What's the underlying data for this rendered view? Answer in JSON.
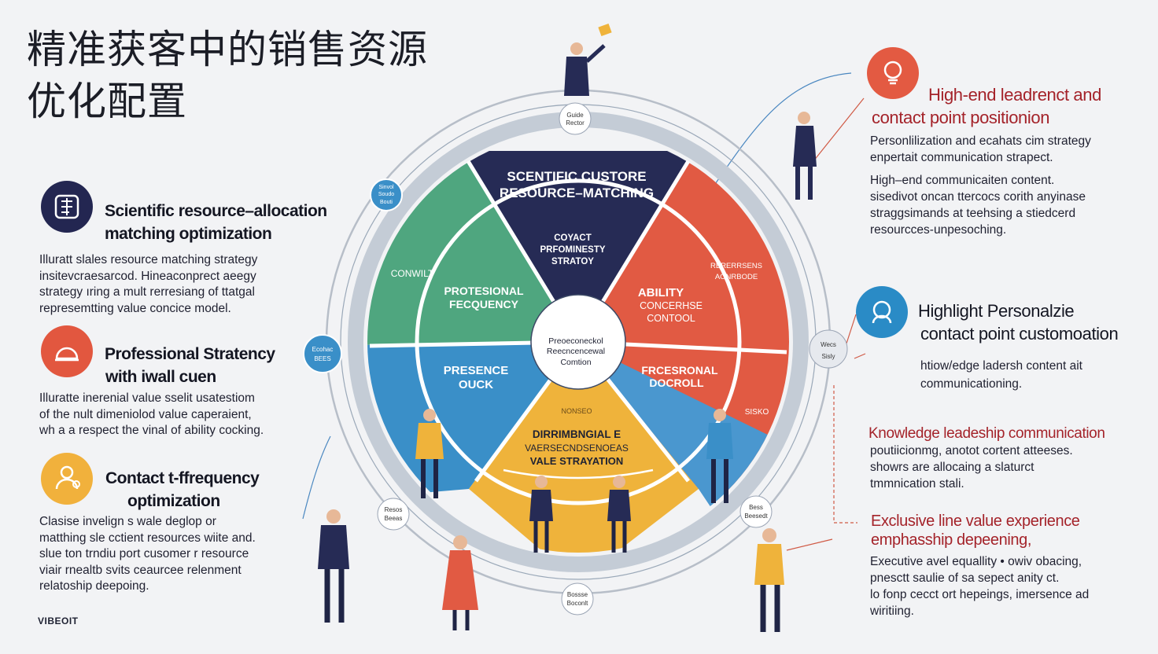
{
  "title": {
    "line1": "精准获客中的销售资源",
    "line2": "优化配置"
  },
  "colors": {
    "navy": "#262b55",
    "green": "#4fa67f",
    "red": "#e15a43",
    "blue": "#3a8fc8",
    "yellow": "#efb33b",
    "darkred": "#a9262a"
  },
  "left": [
    {
      "icon": "brain-icon",
      "heading1": "Scientific resource–allocation",
      "heading2": "matching optimization",
      "body": [
        "Illuratt slales resource matching strategy",
        "insitevcraesarcod. Hineaconprect aeegy",
        "strategy ıring a mult rerresiang of ttatgal",
        "represemtting value concice model."
      ]
    },
    {
      "icon": "helmet-icon",
      "heading1": "Professional Stratency",
      "heading2": "with iwall cuen",
      "body": [
        "Illuratte inerenial value sselit usatestiom",
        "of the nult dimeniolod value caperaient,",
        "wh a a respect the vinal of ability cocking."
      ]
    },
    {
      "icon": "person-gear-icon",
      "heading1": "Contact t-ffrequency",
      "heading2": "optimization",
      "body": [
        "Clasise invelign s wale deglop or",
        "matthing sle cctient resources wiite and.",
        "slue ton trndiu port cusomer r resource",
        "viair rnealtb svits ceaurcee relenment",
        "relatoship deepoing."
      ]
    }
  ],
  "right": [
    {
      "icon": "bulb-icon",
      "heading1": "High-end leadrenct and",
      "heading2": "contact point positionion",
      "body": [
        "Personlilization and ecahats cim strategy",
        "enpertait communication strapect.",
        "High–end communicaiten content.",
        "sisedivot oncan ttercocs corith anyinase",
        "straggsimands at teehsing a stiedcerd",
        "resourcces-unpesoching."
      ]
    },
    {
      "icon": "face-icon",
      "heading1": "Highlight Personalzie",
      "heading2": "contact point customoation",
      "body": [
        "htiow/edge ladersh content ait",
        "communicationing."
      ]
    },
    {
      "heading": "Knowledge leadeship communication",
      "body": [
        "poutiicionmg, anotot cortent atteeses.",
        "showrs are allocaing a slaturct",
        "tmmnication stali."
      ]
    },
    {
      "heading1": "Exclusive line value experience",
      "heading2": "emphasship depeening,",
      "body": [
        "Executive avel equallity • owiv obacing,",
        "pnesctt saulie of sa sepect anity ct.",
        "lo fonp cecct ort hepeings, imersence ad",
        "wiritiing."
      ]
    }
  ],
  "wheel": {
    "top": [
      "SCENTIFIC CUSTORE",
      "RESOURCE–MATCHING"
    ],
    "top_inner": [
      "COYACT",
      "PRFOMINESTY",
      "STRATOY"
    ],
    "left_upper_small": "CONWILT",
    "left_upper": [
      "PROTESIONAL",
      "FECQUENCY"
    ],
    "left_lower": [
      "PRESENCE",
      "OUCK"
    ],
    "right_upper_small": [
      "RERERRSENS",
      "AONRBODE"
    ],
    "right_upper": [
      "ABILITY",
      "CONCERHSE",
      "CONTOOL"
    ],
    "right_lower": [
      "FRCESRONAL",
      "DOCROLL"
    ],
    "right_lower_small": "SISKO",
    "bottom": [
      "DIRRIMBNGIAL E",
      "VAERSECNDSENOEAS",
      "VALE STRAYATION"
    ],
    "bottom_small": "NONSEO",
    "center": [
      "Preoeconeckol",
      "Reecncencewal",
      "Comtion"
    ],
    "badge_top": [
      "Guide",
      "Rector"
    ],
    "badge_left_top": [
      "Sinvol",
      "Soudo",
      "Bouti"
    ],
    "badge_left": [
      "Ecohac",
      "BEES"
    ],
    "badge_right": [
      "Wecs",
      "Sisly"
    ],
    "badge_bottom_left": [
      "Resos",
      "Beeas"
    ],
    "badge_bottom": [
      "Bossse",
      "Boconlt"
    ],
    "badge_bottom_right": [
      "Bess",
      "Beesedt"
    ]
  },
  "brand": "VIBEOIT"
}
